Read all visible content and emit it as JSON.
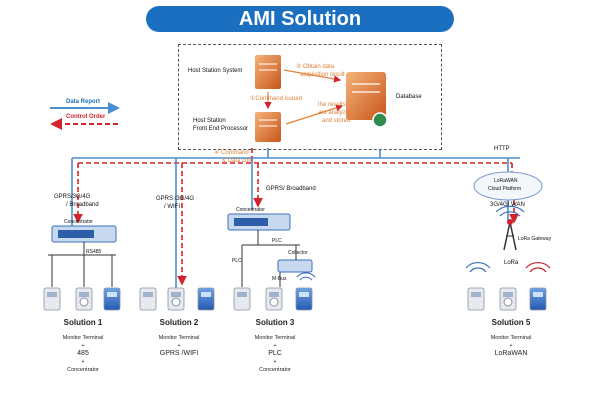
{
  "title": "AMI Solution",
  "legend": {
    "data_report": "Data Report",
    "control_order": "Control Order"
  },
  "host": {
    "host_station_system": "Host Station System",
    "host_station_line1": "Host Station",
    "host_station_line2": "Front End Processor",
    "database": "Database",
    "step2_line1": "② Obtain data",
    "step2_line2": "acquisition result",
    "step1": "①Command issued",
    "step3_line1": "the results",
    "step3_line2": "are analyzed",
    "step3_line3": "and stored",
    "step4_line1": "④ Command",
    "step4_line2": "& Data coll..."
  },
  "network": {
    "http": "HTTP",
    "gprs_left_1": "GPRS/3G/4G",
    "gprs_left_2": "/ Broadband",
    "gprs_mid_1": "GPRS /3G/4G",
    "gprs_mid_2": "/ WIFI",
    "gprs_right": "GPRS/ Broadband",
    "cloud_1": "LoRaWAN",
    "cloud_2": "Cloud Platform",
    "wan": "3G/4G/ WAN",
    "gateway": "LoRa Gateway",
    "lora": "LoRa",
    "concentrator": "Concentrator",
    "rs485": "RS485",
    "plc": "PLC",
    "collector": "Collector",
    "mbus": "M-Bus"
  },
  "solutions": [
    {
      "title": "Solution 1",
      "lines": [
        "Monitor Terminal",
        "+",
        "485",
        "+",
        "Concentrator"
      ]
    },
    {
      "title": "Solution 2",
      "lines": [
        "Monitor Terminal",
        "+",
        "GPRS /WIFI"
      ]
    },
    {
      "title": "Solution 3",
      "lines": [
        "Monitor Terminal",
        "+",
        "PLC",
        "+",
        "Concentrator"
      ]
    },
    {
      "title": "Solution 5",
      "lines": [
        "Monitor Terminal",
        "+",
        "LoRaWAN"
      ]
    }
  ],
  "colors": {
    "banner": "#1a6fc1",
    "data_report": "#4a8fd0",
    "control_order": "#d2232a",
    "server": "#e07a2c",
    "device": "#3a6fc0"
  }
}
